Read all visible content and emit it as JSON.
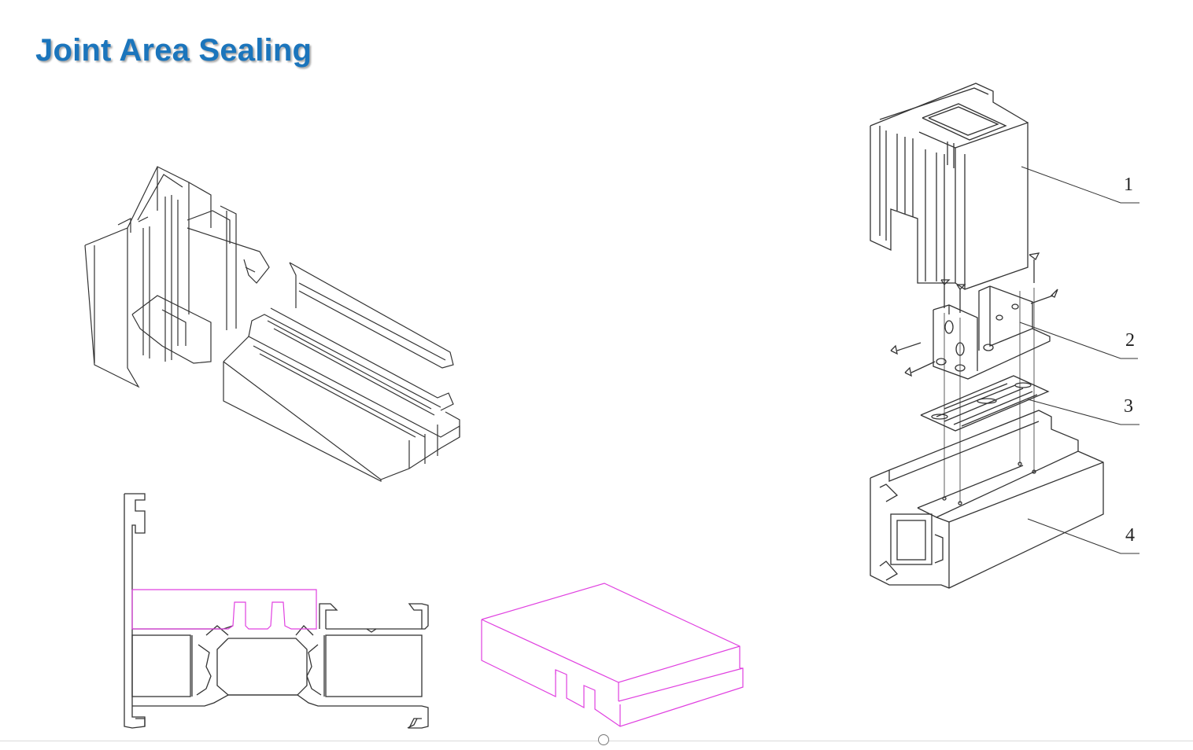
{
  "slide": {
    "title": "Joint Area Sealing"
  },
  "exploded_view": {
    "callouts": [
      "1",
      "2",
      "3",
      "4"
    ]
  },
  "colors": {
    "title": "#1b75bc",
    "line_art": "#333333",
    "seal_highlight": "#e040e0"
  }
}
